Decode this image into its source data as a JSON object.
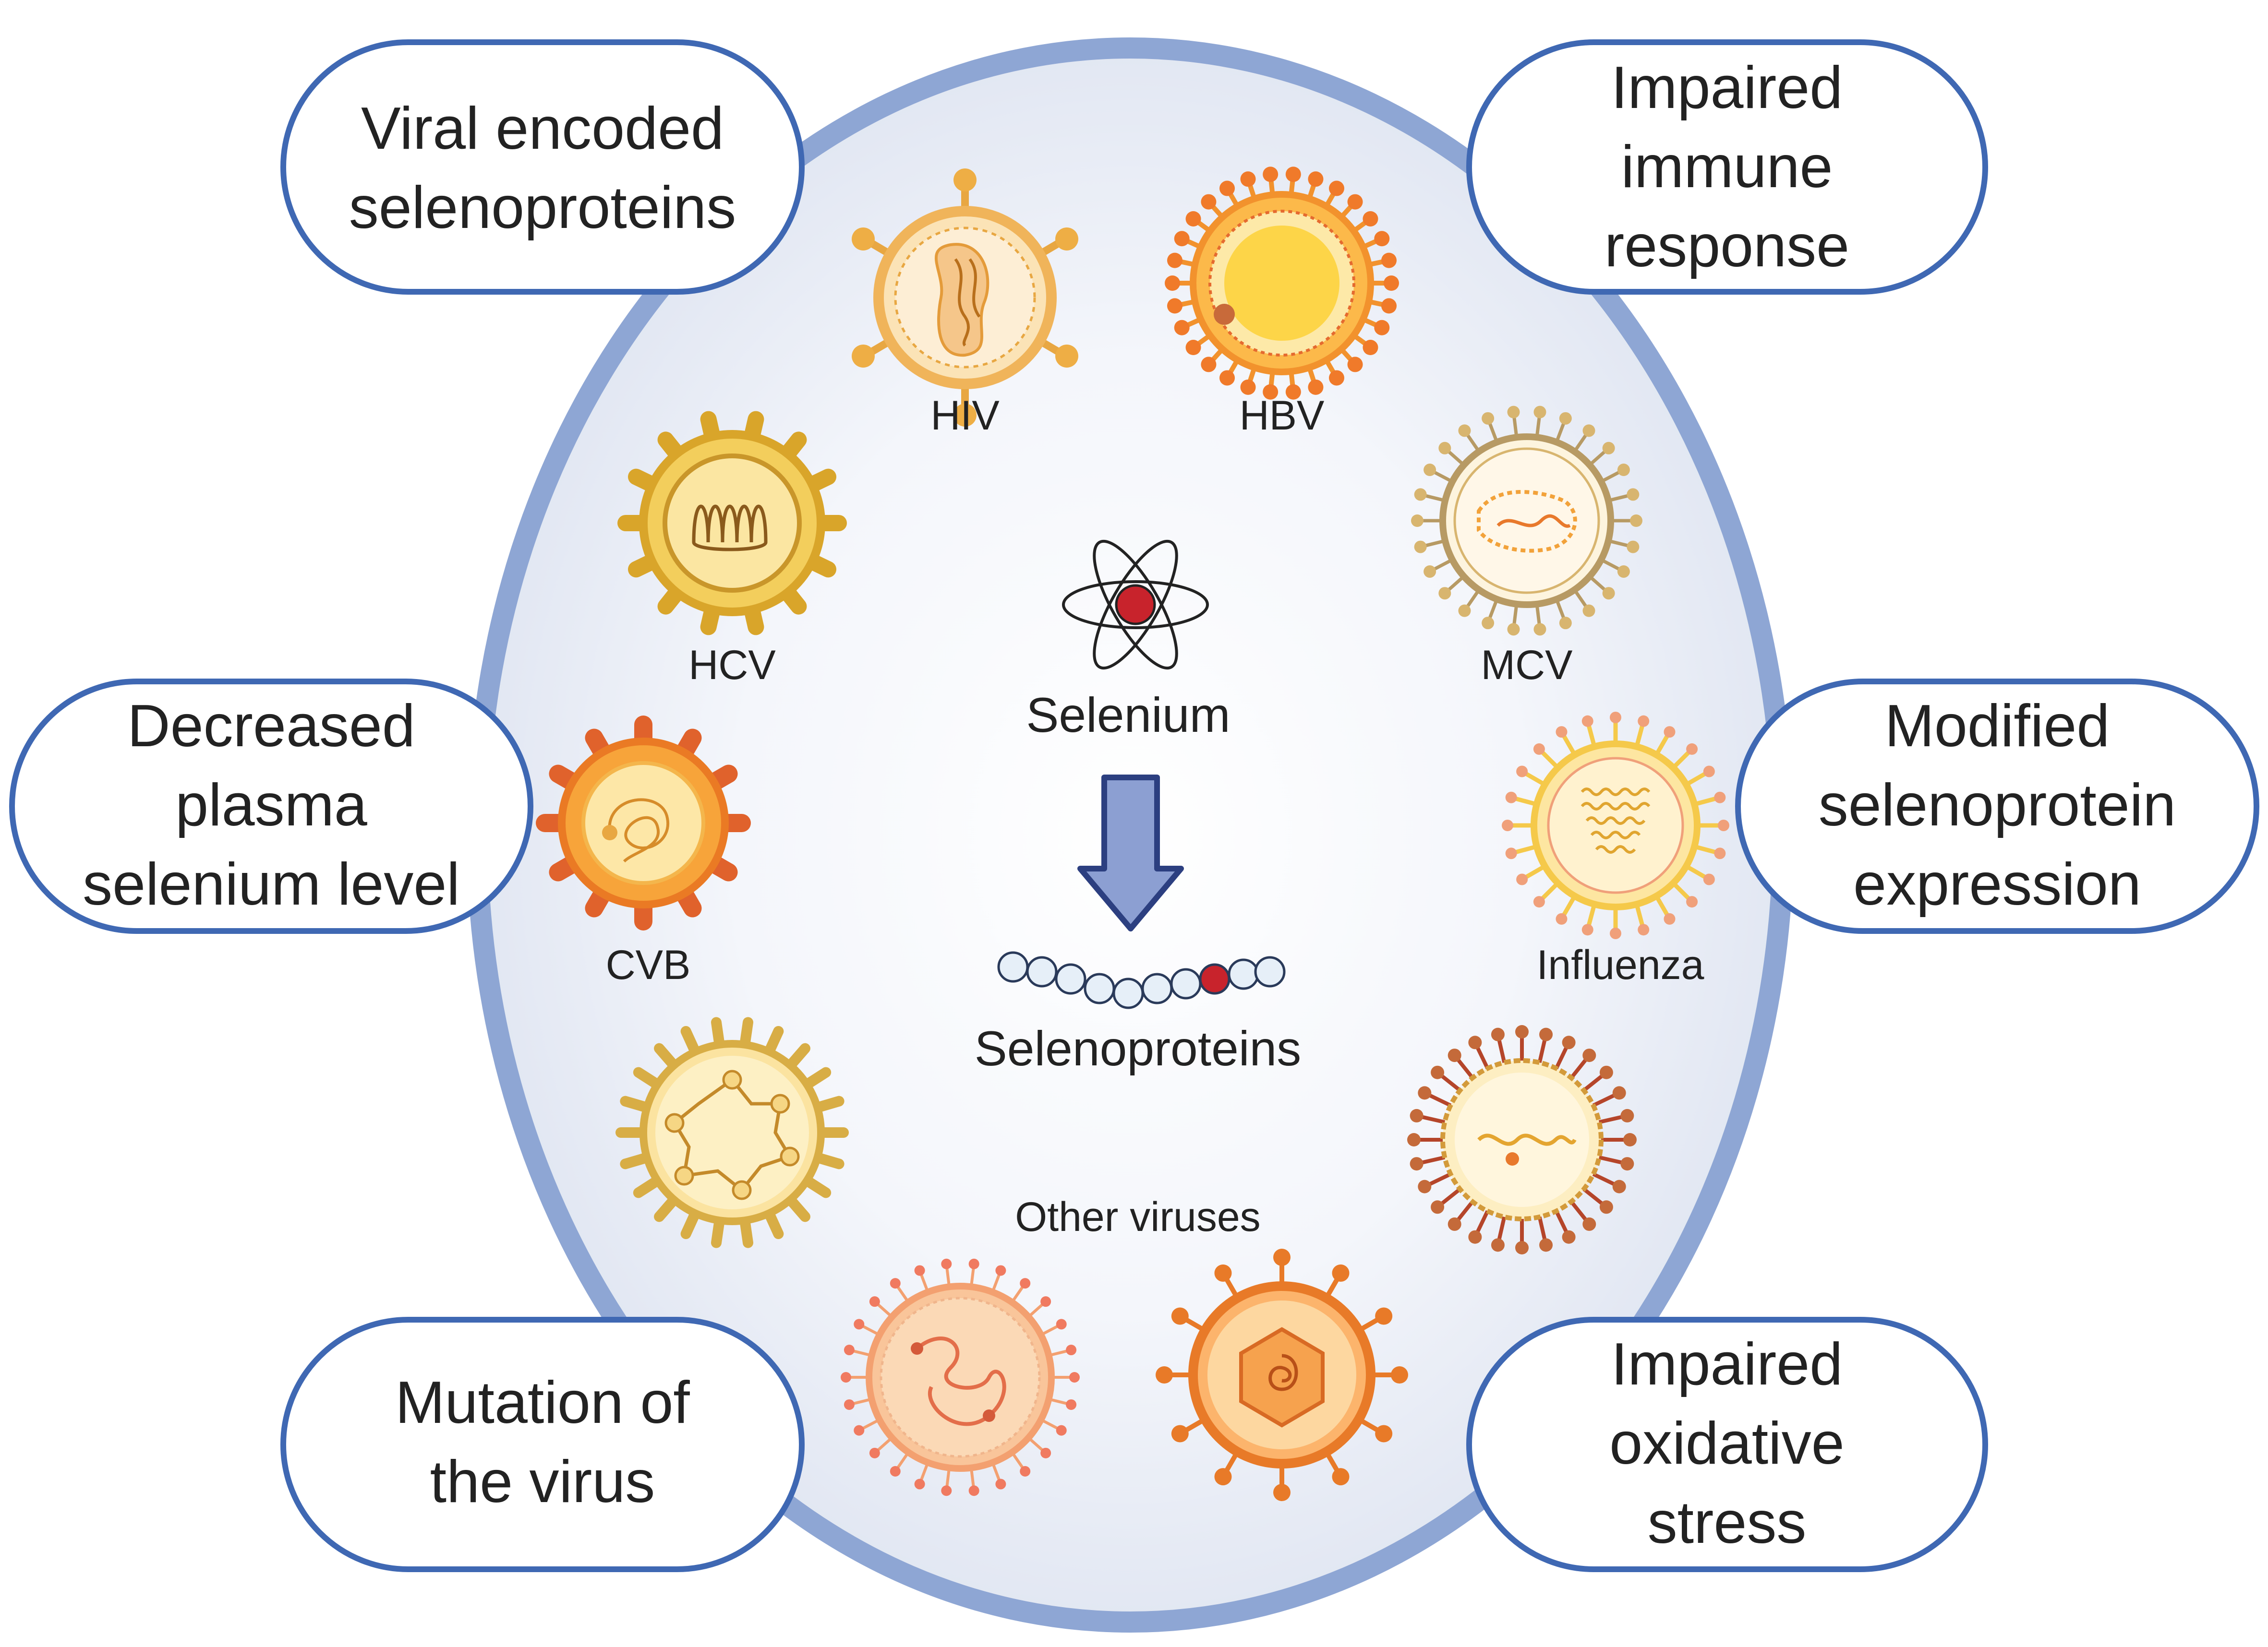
{
  "colors": {
    "ring": "#8ea6d4",
    "pill_border": "#3f68b3",
    "text": "#222222",
    "selenium_dot": "#c8232c",
    "arrow_fill": "#8c9fd2",
    "arrow_stroke": "#2c3f80"
  },
  "center": {
    "selenium_label": "Selenium",
    "selenoproteins_label": "Selenoproteins",
    "other_viruses_label": "Other viruses",
    "atom_icon": "atom-icon",
    "arrow_icon": "down-arrow-icon",
    "chain_icon": "protein-chain-icon"
  },
  "outcomes": {
    "viral_encoded": [
      "Viral encoded",
      "selenoproteins"
    ],
    "impaired_immune": [
      "Impaired",
      "immune",
      "response"
    ],
    "decreased_plasma": [
      "Decreased",
      "plasma",
      "selenium level"
    ],
    "modified_expression": [
      "Modified",
      "selenoprotein",
      "expression"
    ],
    "mutation": [
      "Mutation of",
      "the virus"
    ],
    "impaired_oxidative": [
      "Impaired",
      "oxidative",
      "stress"
    ]
  },
  "viruses": {
    "hiv": "HIV",
    "hbv": "HBV",
    "hcv": "HCV",
    "mcv": "MCV",
    "cvb": "CVB",
    "influenza": "Influenza"
  }
}
